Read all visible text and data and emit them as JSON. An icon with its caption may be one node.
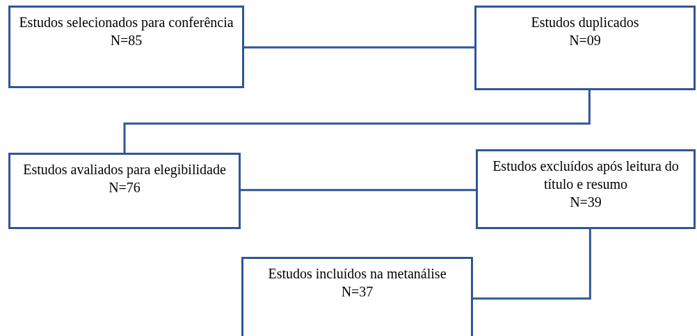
{
  "diagram": {
    "nodes": [
      {
        "text": [
          "Estudos selecionados para conferência",
          "N=85"
        ]
      },
      {
        "text": [
          "Estudos duplicados",
          "N=09"
        ]
      },
      {
        "text": [
          "Estudos avaliados para elegibilidade",
          "N=76"
        ]
      },
      {
        "text": [
          "Estudos excluídos após leitura do título e resumo",
          "N=39"
        ]
      },
      {
        "text": [
          "Estudos incluídos na metanálise",
          "N=37"
        ]
      }
    ],
    "edges": [
      {
        "from": 0,
        "to": 1,
        "arrow": "none"
      },
      {
        "from": 1,
        "to": 2,
        "arrow": "none"
      },
      {
        "from": 2,
        "to": 3,
        "arrow": "none"
      },
      {
        "from": 3,
        "to": 4,
        "arrow": "none"
      }
    ]
  }
}
